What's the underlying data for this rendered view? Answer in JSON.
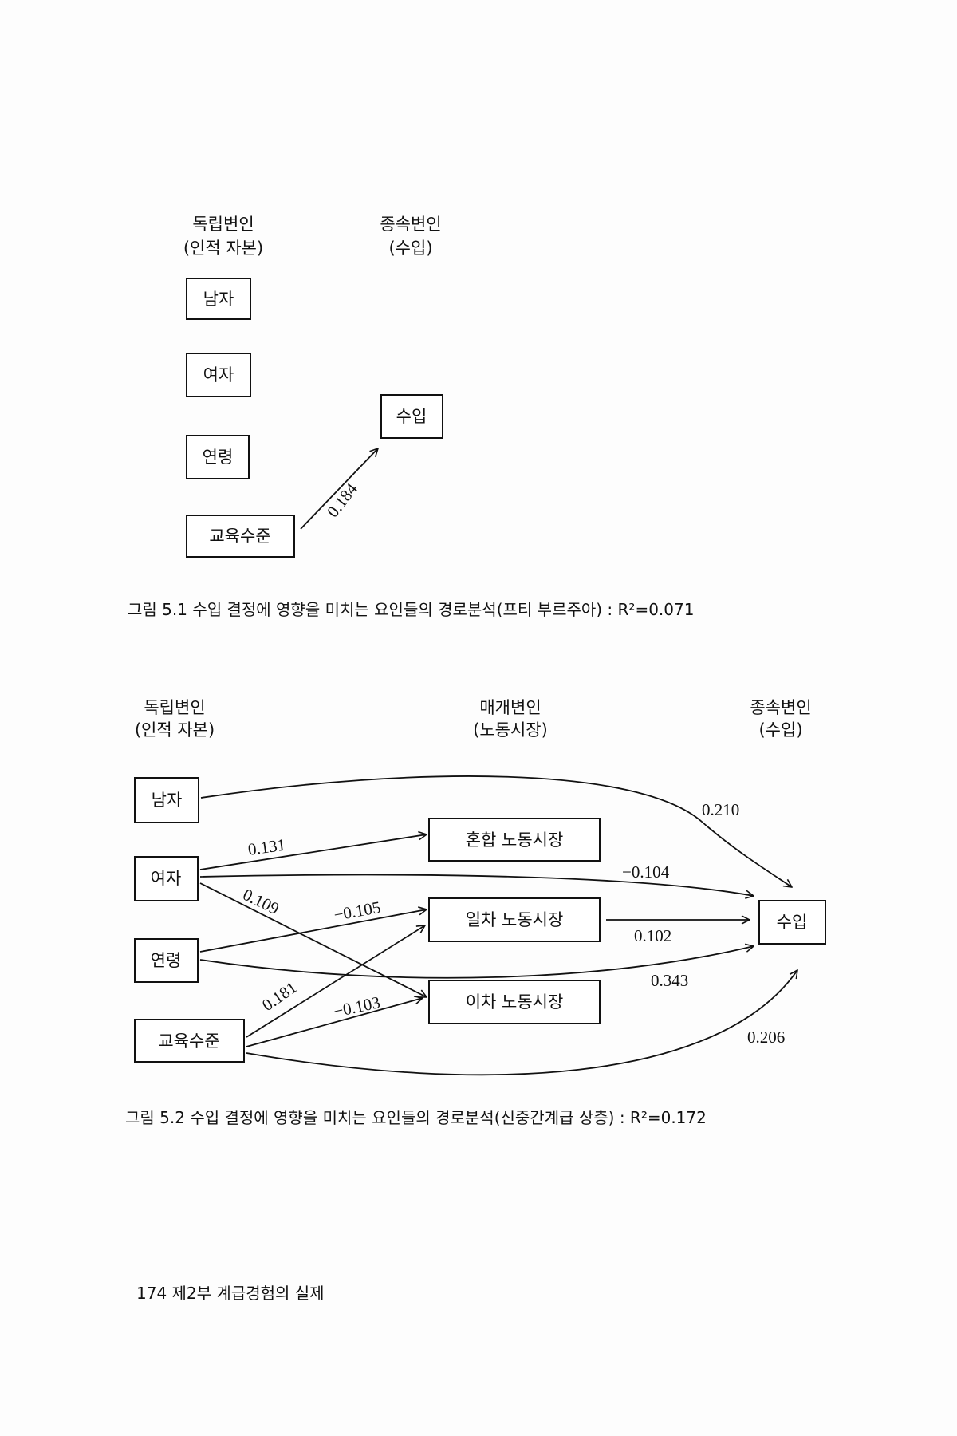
{
  "figure1": {
    "header_independent": "독립변인",
    "header_independent_sub": "(인적 자본)",
    "header_dependent": "종속변인",
    "header_dependent_sub": "(수입)",
    "nodes": {
      "male": "남자",
      "female": "여자",
      "age": "연령",
      "education": "교육수준",
      "income": "수입"
    },
    "coefficients": {
      "education_income": "0.184"
    },
    "caption": "그림 5.1  수입 결정에 영향을 미치는 요인들의 경로분석(프티 부르주아) : R²=0.071"
  },
  "figure2": {
    "header_independent": "독립변인",
    "header_independent_sub": "(인적 자본)",
    "header_mediator": "매개변인",
    "header_mediator_sub": "(노동시장)",
    "header_dependent": "종속변인",
    "header_dependent_sub": "(수입)",
    "nodes": {
      "male": "남자",
      "female": "여자",
      "age": "연령",
      "education": "교육수준",
      "mixed": "혼합 노동시장",
      "primary": "일차 노동시장",
      "secondary": "이차 노동시장",
      "income": "수입"
    },
    "coefficients": {
      "male_income": "0.210",
      "female_mixed": "0.131",
      "female_income": "−0.104",
      "female_secondary": "0.109",
      "age_primary": "−0.105",
      "primary_income": "0.102",
      "age_income": "0.343",
      "education_primary": "0.181",
      "education_secondary": "−0.103",
      "education_income": "0.206"
    },
    "caption": "그림 5.2  수입 결정에 영향을 미치는 요인들의 경로분석(신중간계급 상층) : R²=0.172"
  },
  "footer": "174  제2부  계급경험의 실제"
}
